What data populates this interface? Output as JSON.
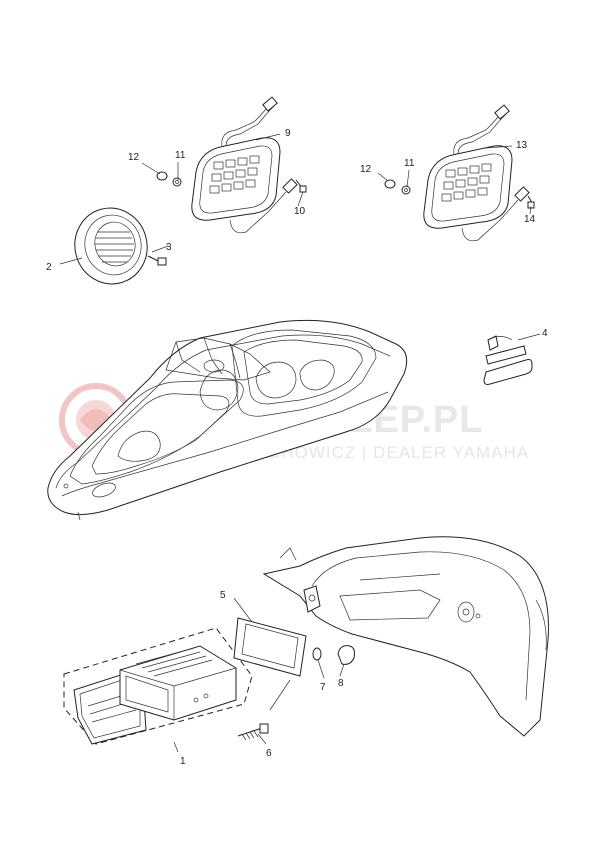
{
  "watermark": {
    "main": "YAMA SKLEP.PL",
    "sub": "WOJCIECHOWICZ | DEALER YAMAHA",
    "color": "#f2c4c4"
  },
  "callouts": [
    {
      "id": "c12a",
      "text": "12"
    },
    {
      "id": "c11a",
      "text": "11"
    },
    {
      "id": "c9",
      "text": "9"
    },
    {
      "id": "c10",
      "text": "10"
    },
    {
      "id": "c2",
      "text": "2"
    },
    {
      "id": "c3",
      "text": "3"
    },
    {
      "id": "c12b",
      "text": "12"
    },
    {
      "id": "c11b",
      "text": "11"
    },
    {
      "id": "c13",
      "text": "13"
    },
    {
      "id": "c14",
      "text": "14"
    },
    {
      "id": "c4",
      "text": "4"
    },
    {
      "id": "c5",
      "text": "5"
    },
    {
      "id": "c7",
      "text": "7"
    },
    {
      "id": "c8",
      "text": "8"
    },
    {
      "id": "c1",
      "text": "1"
    },
    {
      "id": "c6",
      "text": "6"
    }
  ]
}
